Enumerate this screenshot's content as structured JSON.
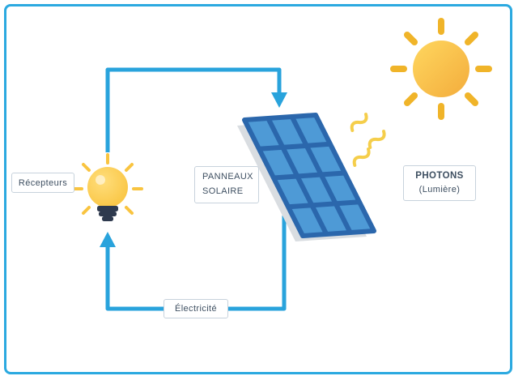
{
  "diagram": {
    "title_hint": "Solar panel energy flow diagram",
    "labels": {
      "receivers": "Récepteurs",
      "panels_line1": "PANNEAUX",
      "panels_line2": "SOLAIRE",
      "photons_line1": "PHOTONS",
      "photons_line2": "(Lumière)",
      "electricity": "Électricité"
    },
    "colors": {
      "frame_border": "#2BA9E0",
      "arrow_blue": "#29A3DC",
      "sun_body": "#F9C74F",
      "sun_ray": "#F0B429",
      "photon_wave": "#F5CE4B",
      "panel_cell": "#4E9AD6",
      "panel_grid": "#2B67AC",
      "panel_side": "#D9DDE1",
      "bulb_glass": "#FBCB4A",
      "bulb_base": "#2E3A4E",
      "label_text": "#3E4F61",
      "label_border": "#C7D2DC"
    }
  }
}
